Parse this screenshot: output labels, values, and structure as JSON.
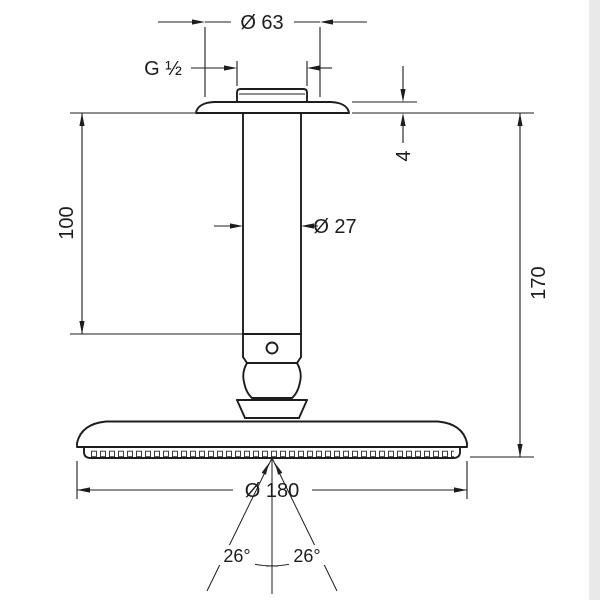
{
  "colors": {
    "line": "#1d1d1b",
    "background": "#ffffff",
    "photo_edge": "#e9e9e9"
  },
  "drawing": {
    "labels": {
      "top_flange_diameter": "Ø 63",
      "thread_size": "G ½",
      "flange_thickness": "4",
      "pipe_length": "100",
      "pipe_diameter": "Ø 27",
      "overall_height": "170",
      "head_diameter": "Ø 180",
      "spray_angle_left": "26°",
      "spray_angle_right": "26°"
    }
  }
}
